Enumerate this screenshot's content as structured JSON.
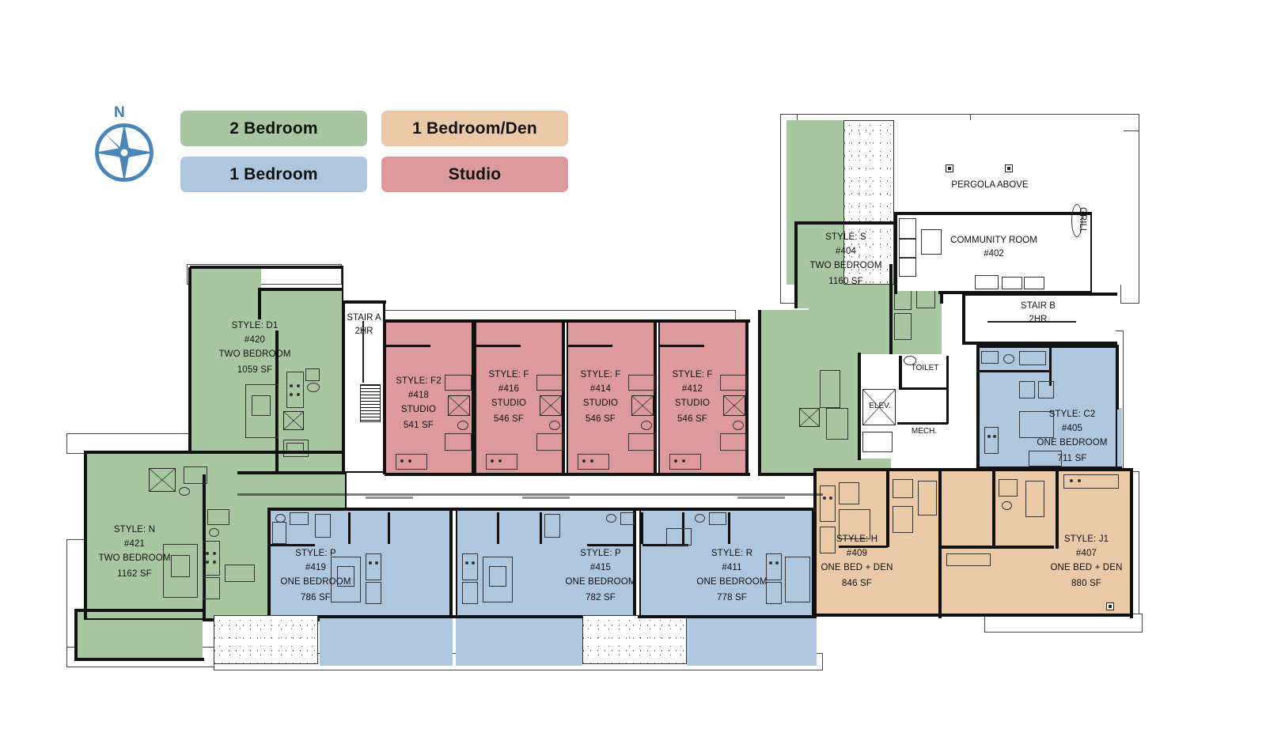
{
  "legend": {
    "items": [
      {
        "label": "2 Bedroom",
        "color": "#a9c6a2",
        "key": "two-bedroom"
      },
      {
        "label": "1 Bedroom/Den",
        "color": "#e9c9a8",
        "key": "one-bedroom-den"
      },
      {
        "label": "1 Bedroom",
        "color": "#aec6de",
        "key": "one-bedroom"
      },
      {
        "label": "Studio",
        "color": "#dc9a9c",
        "key": "studio"
      }
    ]
  },
  "compass": {
    "north_label": "N",
    "color": "#3f7fb5"
  },
  "units": [
    {
      "id": "420",
      "style": "STYLE: D1",
      "number": "#420",
      "type": "TWO BEDROOM",
      "area": "1059 SF",
      "category": "two-bedroom"
    },
    {
      "id": "421",
      "style": "STYLE: N",
      "number": "#421",
      "type": "TWO BEDROOM",
      "area": "1162 SF",
      "category": "two-bedroom"
    },
    {
      "id": "404",
      "style": "STYLE: S",
      "number": "#404",
      "type": "TWO BEDROOM",
      "area": "1160 SF",
      "category": "two-bedroom"
    },
    {
      "id": "418",
      "style": "STYLE: F2",
      "number": "#418",
      "type": "STUDIO",
      "area": "541 SF",
      "category": "studio"
    },
    {
      "id": "416",
      "style": "STYLE: F",
      "number": "#416",
      "type": "STUDIO",
      "area": "546 SF",
      "category": "studio"
    },
    {
      "id": "414",
      "style": "STYLE: F",
      "number": "#414",
      "type": "STUDIO",
      "area": "546 SF",
      "category": "studio"
    },
    {
      "id": "412",
      "style": "STYLE: F",
      "number": "#412",
      "type": "STUDIO",
      "area": "546 SF",
      "category": "studio"
    },
    {
      "id": "419",
      "style": "STYLE: P",
      "number": "#419",
      "type": "ONE BEDROOM",
      "area": "786 SF",
      "category": "one-bedroom"
    },
    {
      "id": "415",
      "style": "STYLE: P",
      "number": "#415",
      "type": "ONE BEDROOM",
      "area": "782 SF",
      "category": "one-bedroom"
    },
    {
      "id": "411",
      "style": "STYLE: R",
      "number": "#411",
      "type": "ONE BEDROOM",
      "area": "778 SF",
      "category": "one-bedroom"
    },
    {
      "id": "405",
      "style": "STYLE: C2",
      "number": "#405",
      "type": "ONE BEDROOM",
      "area": "711 SF",
      "category": "one-bedroom"
    },
    {
      "id": "409",
      "style": "STYLE: H",
      "number": "#409",
      "type": "ONE BED + DEN",
      "area": "846 SF",
      "category": "one-bedroom-den"
    },
    {
      "id": "407",
      "style": "STYLE: J1",
      "number": "#407",
      "type": "ONE BED + DEN",
      "area": "880 SF",
      "category": "one-bedroom-den"
    }
  ],
  "common_areas": {
    "stair_a": {
      "line1": "STAIR A",
      "line2": "2HR"
    },
    "stair_b": {
      "line1": "STAIR B",
      "line2": "2HR"
    },
    "community_room": {
      "line1": "COMMUNITY ROOM",
      "line2": "#402"
    },
    "pergola": {
      "label": "PERGOLA ABOVE"
    },
    "grill": {
      "label": "GRILL"
    },
    "elevator": {
      "label": "ELEV."
    },
    "toilet": {
      "label": "TOILET"
    },
    "mech": {
      "label": "MECH."
    }
  }
}
